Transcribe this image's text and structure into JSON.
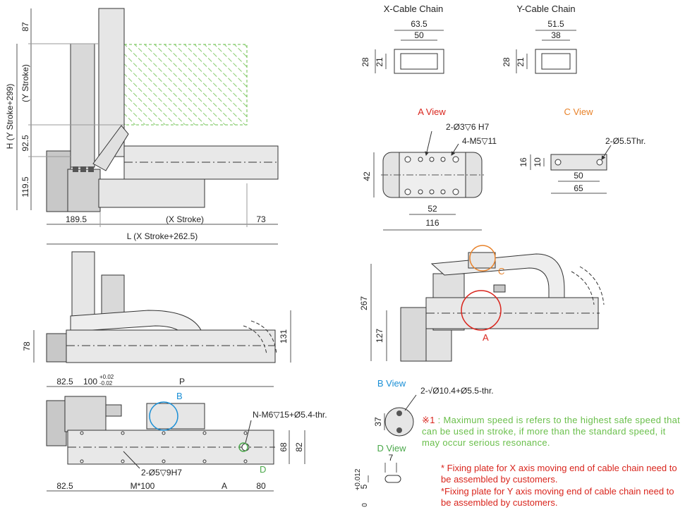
{
  "colors": {
    "line": "#333333",
    "body": "#d9d9d9",
    "dark": "#8c8c8c",
    "hatch": "#6abf4b",
    "a_view": "#d9251d",
    "c_view": "#e8822a",
    "b_view": "#1a8fd6",
    "d_view": "#4aa84a",
    "note_green": "#6abf4b",
    "note_red": "#d9251d"
  },
  "top_view": {
    "dim_87": "87",
    "dim_y_stroke": "(Y Stroke)",
    "dim_92_5": "92.5",
    "dim_119_5": "119.5",
    "dim_h": "H (Y Stroke+299)",
    "dim_189_5": "189.5",
    "dim_x_stroke": "(X Stroke)",
    "dim_73": "73",
    "dim_l": "L (X Stroke+262.5)"
  },
  "cable_chain": {
    "x_title": "X-Cable Chain",
    "x_outer_w": "63.5",
    "x_inner_w": "50",
    "x_outer_h": "28",
    "x_inner_h": "21",
    "y_title": "Y-Cable Chain",
    "y_outer_w": "51.5",
    "y_inner_w": "38",
    "y_outer_h": "28",
    "y_inner_h": "21"
  },
  "a_view": {
    "title": "A View",
    "hole1": "2-Ø3▽6 H7",
    "hole2": "4-M5▽11",
    "dim_42": "42",
    "dim_52": "52",
    "dim_116": "116"
  },
  "c_view": {
    "title": "C View",
    "hole": "2-Ø5.5Thr.",
    "dim_16": "16",
    "dim_10": "10",
    "dim_50": "50",
    "dim_65": "65"
  },
  "side_view": {
    "dim_78": "78",
    "dim_131": "131"
  },
  "end_view": {
    "dim_267": "267",
    "dim_127": "127",
    "label_c": "C",
    "label_a": "A"
  },
  "bottom_view": {
    "dim_82_5_top": "82.5",
    "dim_100": "100",
    "tol_plus": "+0.02",
    "tol_minus": "-0.02",
    "dim_p": "P",
    "label_b": "B",
    "hole_n": "N-M6▽15+Ø5.4-thr.",
    "dim_68": "68",
    "dim_82": "82",
    "hole_pin": "2-Ø5▽9H7",
    "label_d": "D",
    "dim_82_5_bot": "82.5",
    "dim_m": "M*100",
    "dim_a": "A",
    "dim_80": "80"
  },
  "b_view": {
    "title": "B View",
    "hole": "2-√Ø10.4+Ø5.5-thr.",
    "dim_37": "37"
  },
  "d_view": {
    "title": "D View",
    "dim_7": "7",
    "dim_5": "5",
    "tol": "+0.012",
    "tol_zero": "0"
  },
  "notes": {
    "speed_mark": "※1",
    "speed_text": ": Maximum speed is refers to the highest safe speed that can be used in stroke, if more than the standard speed, it may occur serious resonance.",
    "x_plate": "* Fixing plate for X axis moving end of cable chain need to be assembled by customers.",
    "y_plate": "*Fixing plate for Y axis moving end of cable chain need to be assembled by customers."
  }
}
